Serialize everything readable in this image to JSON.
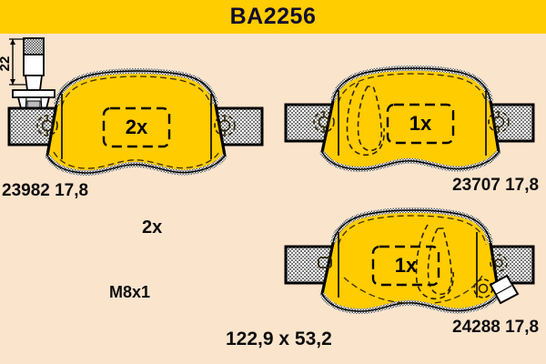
{
  "header": {
    "title": "BA2256",
    "band_color": "#FFCD00",
    "text_color": "#120C2E"
  },
  "page": {
    "background_color": "#FBE4CC",
    "pad_fill_color": "#FFCC00",
    "outline_color": "#000000"
  },
  "parts": [
    {
      "id": "pad-1",
      "quantity_badge": "2x",
      "label": "23982 17,8",
      "article_number": "23982",
      "thickness": "17,8",
      "has_wear_sensor_slot": false,
      "has_sensor_clip": false
    },
    {
      "id": "pad-2",
      "quantity_badge": "1x",
      "label": "23707 17,8",
      "article_number": "23707",
      "thickness": "17,8",
      "has_wear_sensor_slot": true,
      "has_sensor_clip": false
    },
    {
      "id": "pad-3",
      "quantity_badge": "1x",
      "label": "24288 17,8",
      "article_number": "24288",
      "thickness": "17,8",
      "has_wear_sensor_slot": true,
      "has_sensor_clip": true
    }
  ],
  "bolt": {
    "quantity_badge": "2x",
    "length_dimension": "22",
    "thread_spec": "M8x1"
  },
  "dimensions": {
    "overall": "122,9 x 53,2"
  }
}
